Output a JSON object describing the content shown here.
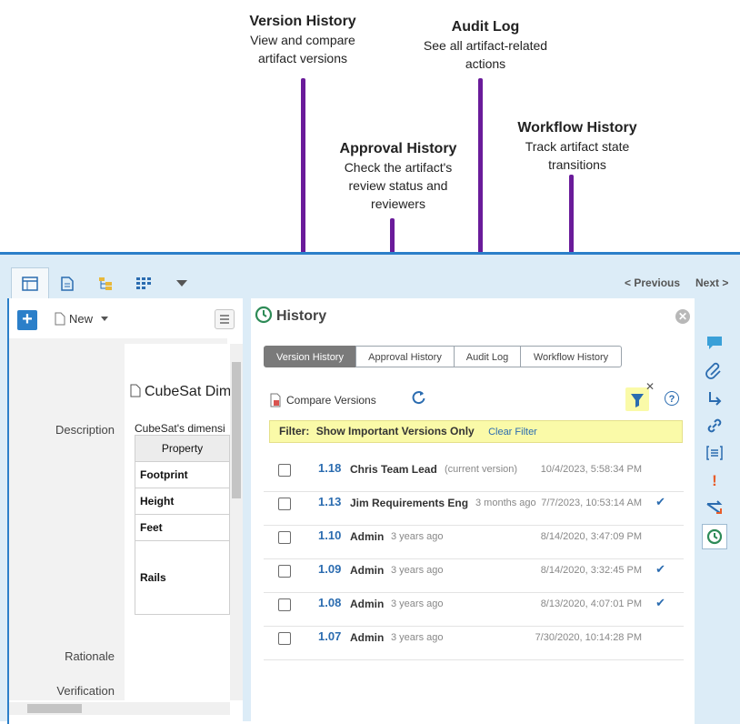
{
  "callouts": [
    {
      "title": "Version History",
      "desc": [
        "View and compare",
        "artifact versions"
      ]
    },
    {
      "title": "Audit Log",
      "desc": [
        "See all artifact-related",
        "actions"
      ]
    },
    {
      "title": "Approval History",
      "desc": [
        "Check the artifact's",
        "review status and",
        "reviewers"
      ]
    },
    {
      "title": "Workflow History",
      "desc": [
        "Track artifact state",
        "transitions"
      ]
    }
  ],
  "nav": {
    "previous": "< Previous",
    "next": "Next >"
  },
  "left": {
    "new_label": "New",
    "artifact_title": "CubeSat Dim",
    "description_label": "Description",
    "description_text": "CubeSat's dimensi",
    "table_header": "Property",
    "table_rows": [
      "Footprint",
      "Height",
      "Feet",
      "Rails"
    ],
    "rationale_label": "Rationale",
    "verification_label": "Verification Method"
  },
  "history": {
    "title": "History",
    "tabs": [
      "Version History",
      "Approval History",
      "Audit Log",
      "Workflow History"
    ],
    "active_tab": "Version History",
    "compare_label": "Compare Versions",
    "filter_prefix": "Filter:",
    "filter_value": "Show Important Versions Only",
    "clear_filter": "Clear Filter",
    "versions": [
      {
        "version": "1.18",
        "user": "Chris Team Lead",
        "relative": "(current version)",
        "date": "10/4/2023, 5:58:34 PM",
        "checked": false
      },
      {
        "version": "1.13",
        "user": "Jim Requirements Eng",
        "relative": "3 months ago",
        "date": "7/7/2023, 10:53:14 AM",
        "checked": true
      },
      {
        "version": "1.10",
        "user": "Admin",
        "relative": "3 years ago",
        "date": "8/14/2020, 3:47:09 PM",
        "checked": false
      },
      {
        "version": "1.09",
        "user": "Admin",
        "relative": "3 years ago",
        "date": "8/14/2020, 3:32:45 PM",
        "checked": true
      },
      {
        "version": "1.08",
        "user": "Admin",
        "relative": "3 years ago",
        "date": "8/13/2020, 4:07:01 PM",
        "checked": true
      },
      {
        "version": "1.07",
        "user": "Admin",
        "relative": "3 years ago",
        "date": "7/30/2020, 10:14:28 PM",
        "checked": false
      }
    ]
  },
  "colors": {
    "accent": "#2b7fc9",
    "arrow": "#6a1b9a",
    "link": "#2b6cb0",
    "filter_bg": "#fafaa8"
  },
  "icons": {
    "sidebar": [
      "comment-icon",
      "attachment-icon",
      "trace-arrow-icon",
      "link-icon",
      "list-icon",
      "alert-icon",
      "relationship-icon",
      "history-icon"
    ]
  }
}
